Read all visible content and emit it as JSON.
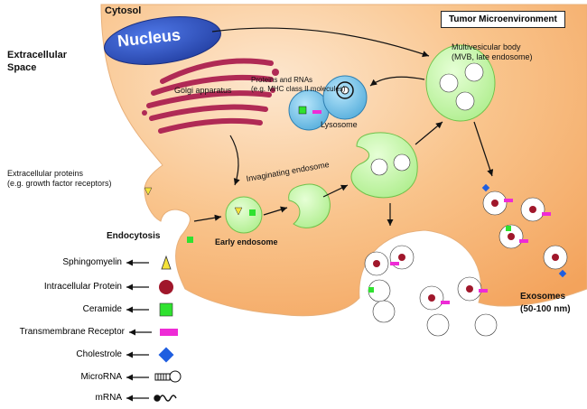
{
  "labels": {
    "cytosol": "Cytosol",
    "extracellular_space_1": "Extracellular",
    "extracellular_space_2": "Space",
    "tumor_microenvironment": "Tumor Microenvironment",
    "nucleus": "Nucleus",
    "golgi": "Golgi apparatus",
    "proteins_rnas_1": "Proteins and RNAs",
    "proteins_rnas_2": "(e.g. MHC class II molecules)",
    "lysosome": "Lysosome",
    "mvb_1": "Multivesicular body",
    "mvb_2": "(MVB, late endosome)",
    "extracellular_proteins_1": "Extracellular proteins",
    "extracellular_proteins_2": "(e.g. growth factor receptors)",
    "invaginating_endosome": "Invaginating endosome",
    "endocytosis": "Endocytosis",
    "early_endosome": "Early endosome",
    "exosomes_1": "Exosomes",
    "exosomes_2": "(50-100 nm)"
  },
  "legend": [
    {
      "label": "Sphingomyelin",
      "icon": "triangle-icon",
      "color": "#f5e33a"
    },
    {
      "label": "Intracellular Protein",
      "icon": "circle-icon",
      "color": "#a0172b"
    },
    {
      "label": "Ceramide",
      "icon": "square-icon",
      "color": "#2fe22f"
    },
    {
      "label": "Transmembrane Receptor",
      "icon": "bar-icon",
      "color": "#ee2bd6"
    },
    {
      "label": "Cholestrole",
      "icon": "diamond-icon",
      "color": "#1f5ee0"
    },
    {
      "label": "MicroRNA",
      "icon": "microrna-icon",
      "color": "#111111"
    },
    {
      "label": "mRNA",
      "icon": "mrna-icon",
      "color": "#111111"
    }
  ],
  "colors": {
    "cell": "#f7b06c",
    "vesicle": "#c8f5a8",
    "nucleus": "#2e52c4",
    "golgi": "#b02a55",
    "lysosome": "#7fc6ea"
  }
}
